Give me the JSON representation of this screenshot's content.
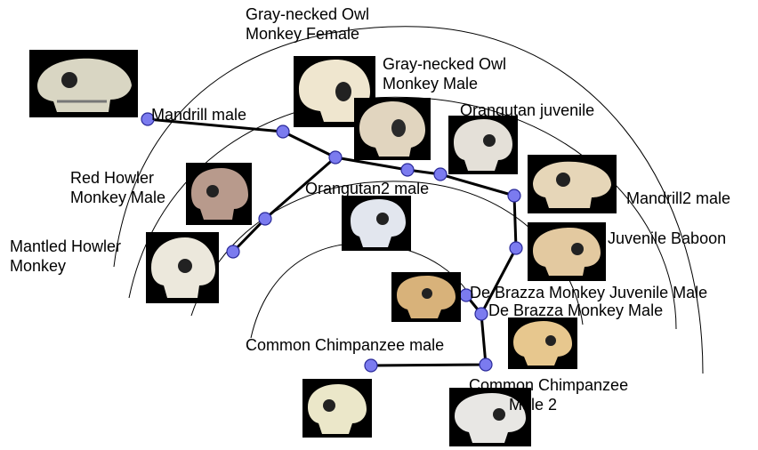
{
  "labels": {
    "gray_owl_female": "Gray-necked Owl\nMonkey Female",
    "gray_owl_male": "Gray-necked Owl\nMonkey Male",
    "mandrill_male": "Mandrill male",
    "orangutan_juvenile": "Orangutan juvenile",
    "red_howler": "Red Howler\nMonkey Male",
    "orangutan2": "Orangutan2 male",
    "mandrill2": "Mandrill2 male",
    "juvenile_baboon": "Juvenile Baboon",
    "mantled_howler": "Mantled Howler\nMonkey",
    "debrazza_juvenile": "De Brazza Monkey Juvenile Male",
    "debrazza_male": "De Brazza Monkey Male",
    "common_chimp": "Common Chimpanzee male",
    "common_chimp2": "Common Chimpanzee\n         Male 2"
  },
  "colors": {
    "node_fill": "#7b7bef",
    "node_stroke": "#2a2a9a",
    "edge": "#000000",
    "arc": "#000000",
    "thumb_bg": "#000000",
    "skull_light": "#eae3cf",
    "skull_tan": "#d8b27a",
    "skull_pink": "#b89a8c",
    "skull_gray": "#cfd3da"
  },
  "thumbnails": [
    {
      "name": "mandrill-skull-thumbnail",
      "color": "#d9d6c3"
    },
    {
      "name": "gray-owl-male-skull-thumbnail",
      "color": "#efe6cf"
    },
    {
      "name": "gray-owl-female-skull-thumbnail",
      "color": "#e1d5bf"
    },
    {
      "name": "orangutan-juvenile-skull-thumbnail",
      "color": "#e4e0d8"
    },
    {
      "name": "mandrill2-skull-thumbnail",
      "color": "#e6d6b8"
    },
    {
      "name": "red-howler-skull-thumbnail",
      "color": "#b89a8c"
    },
    {
      "name": "orangutan2-skull-thumbnail",
      "color": "#e2e6ee"
    },
    {
      "name": "mantled-howler-skull-thumbnail",
      "color": "#ece8dc"
    },
    {
      "name": "juvenile-baboon-skull-thumbnail",
      "color": "#e3c9a0"
    },
    {
      "name": "debrazza-juvenile-skull-thumbnail",
      "color": "#d8b27a"
    },
    {
      "name": "debrazza-male-skull-thumbnail",
      "color": "#e7c78e"
    },
    {
      "name": "common-chimp-skull-thumbnail",
      "color": "#ebe7c9"
    },
    {
      "name": "common-chimp2-skull-thumbnail",
      "color": "#e8e7e4"
    }
  ]
}
